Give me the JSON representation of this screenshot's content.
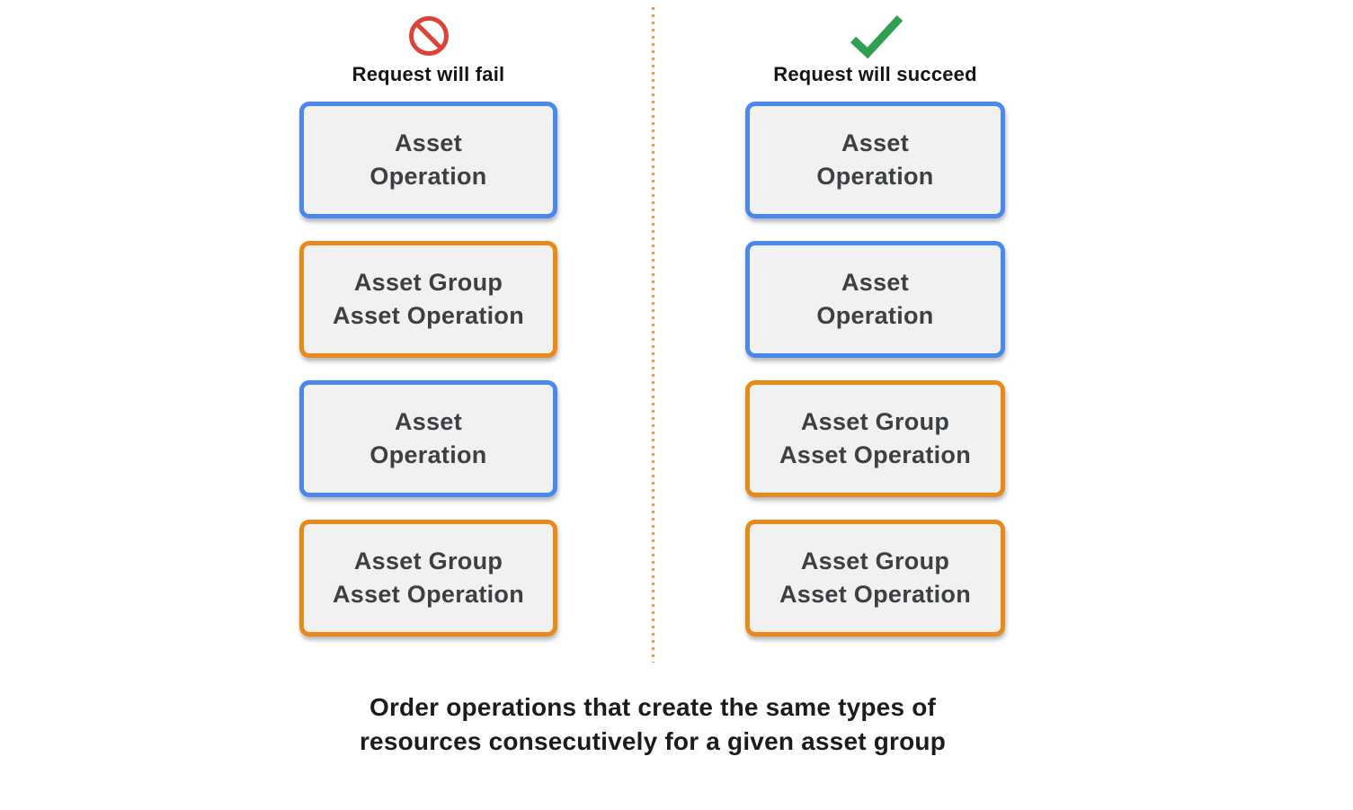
{
  "columns": {
    "fail": {
      "icon": "prohibition",
      "title": "Request will fail",
      "boxes": [
        {
          "label": "Asset\nOperation",
          "color": "blue"
        },
        {
          "label": "Asset Group\nAsset Operation",
          "color": "orange"
        },
        {
          "label": "Asset\nOperation",
          "color": "blue"
        },
        {
          "label": "Asset Group\nAsset Operation",
          "color": "orange"
        }
      ]
    },
    "succeed": {
      "icon": "checkmark",
      "title": "Request will succeed",
      "boxes": [
        {
          "label": "Asset\nOperation",
          "color": "blue"
        },
        {
          "label": "Asset\nOperation",
          "color": "blue"
        },
        {
          "label": "Asset Group\nAsset Operation",
          "color": "orange"
        },
        {
          "label": "Asset Group\nAsset Operation",
          "color": "orange"
        }
      ]
    }
  },
  "caption": "Order operations that create the same types of\nresources consecutively for a given asset group",
  "colors": {
    "asset_operation_border_blue": "#4a87ee",
    "asset_group_border_orange": "#e8891a",
    "fail_icon_red": "#dd4238",
    "success_icon_green": "#2fa052",
    "divider_dot_orange": "#e9994a",
    "box_background": "#f1f1f2",
    "box_text": "#3c4043"
  }
}
